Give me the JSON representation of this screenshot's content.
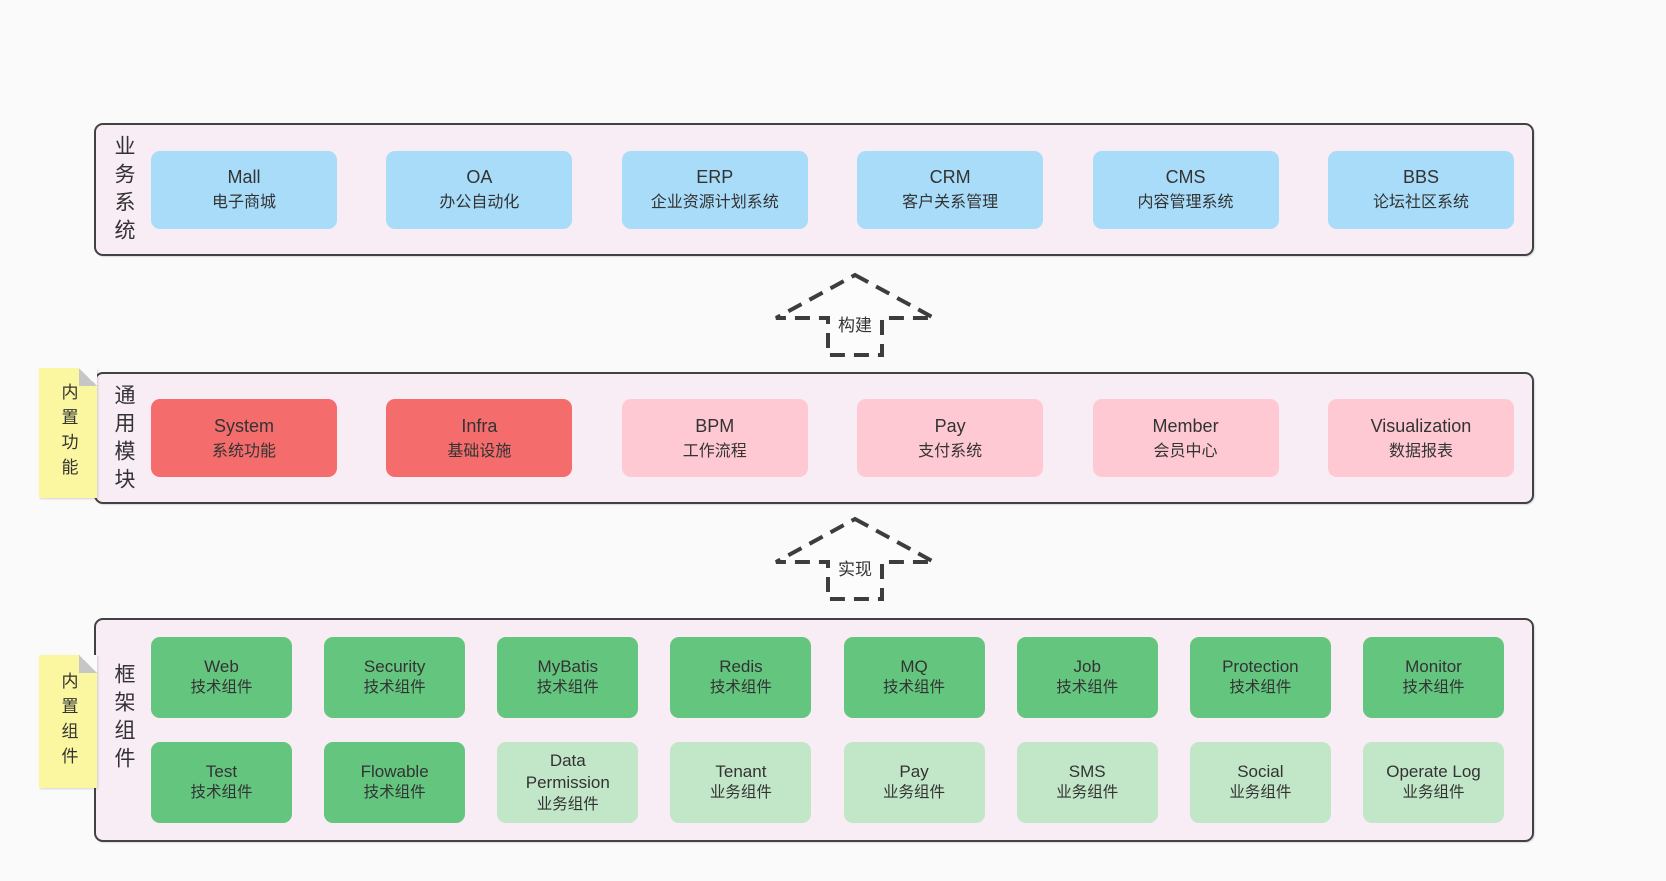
{
  "colors": {
    "page_bg": "#fafafa",
    "section_bg": "#f8ecf5",
    "section_border": "#424242",
    "box_blue": "#a8dcf9",
    "box_red": "#f46c6c",
    "box_pink": "#fec9d2",
    "box_green": "#63c57e",
    "box_lightgreen": "#c2e6c8",
    "sticky_yellow": "#faf7a0",
    "text": "#333333"
  },
  "sections": [
    {
      "label": "业务系统",
      "boxes": [
        {
          "name": "Mall",
          "desc": "电子商城"
        },
        {
          "name": "OA",
          "desc": "办公自动化"
        },
        {
          "name": "ERP",
          "desc": "企业资源计划系统"
        },
        {
          "name": "CRM",
          "desc": "客户关系管理"
        },
        {
          "name": "CMS",
          "desc": "内容管理系统"
        },
        {
          "name": "BBS",
          "desc": "论坛社区系统"
        }
      ]
    },
    {
      "label": "通用模块",
      "sticky": "内置功能",
      "boxes": [
        {
          "name": "System",
          "desc": "系统功能",
          "type": "red"
        },
        {
          "name": "Infra",
          "desc": "基础设施",
          "type": "red"
        },
        {
          "name": "BPM",
          "desc": "工作流程",
          "type": "pink"
        },
        {
          "name": "Pay",
          "desc": "支付系统",
          "type": "pink"
        },
        {
          "name": "Member",
          "desc": "会员中心",
          "type": "pink"
        },
        {
          "name": "Visualization",
          "desc": "数据报表",
          "type": "pink"
        }
      ]
    },
    {
      "label": "框架组件",
      "sticky": "内置组件",
      "rows": [
        [
          {
            "name": "Web",
            "desc": "技术组件",
            "type": "green"
          },
          {
            "name": "Security",
            "desc": "技术组件",
            "type": "green"
          },
          {
            "name": "MyBatis",
            "desc": "技术组件",
            "type": "green"
          },
          {
            "name": "Redis",
            "desc": "技术组件",
            "type": "green"
          },
          {
            "name": "MQ",
            "desc": "技术组件",
            "type": "green"
          },
          {
            "name": "Job",
            "desc": "技术组件",
            "type": "green"
          },
          {
            "name": "Protection",
            "desc": "技术组件",
            "type": "green"
          },
          {
            "name": "Monitor",
            "desc": "技术组件",
            "type": "green"
          }
        ],
        [
          {
            "name": "Test",
            "desc": "技术组件",
            "type": "green"
          },
          {
            "name": "Flowable",
            "desc": "技术组件",
            "type": "green"
          },
          {
            "name": "Data Permission",
            "desc": "业务组件",
            "type": "lightgreen"
          },
          {
            "name": "Tenant",
            "desc": "业务组件",
            "type": "lightgreen"
          },
          {
            "name": "Pay",
            "desc": "业务组件",
            "type": "lightgreen"
          },
          {
            "name": "SMS",
            "desc": "业务组件",
            "type": "lightgreen"
          },
          {
            "name": "Social",
            "desc": "业务组件",
            "type": "lightgreen"
          },
          {
            "name": "Operate Log",
            "desc": "业务组件",
            "type": "lightgreen"
          }
        ]
      ]
    }
  ],
  "arrows": [
    {
      "label": "构建"
    },
    {
      "label": "实现"
    }
  ]
}
